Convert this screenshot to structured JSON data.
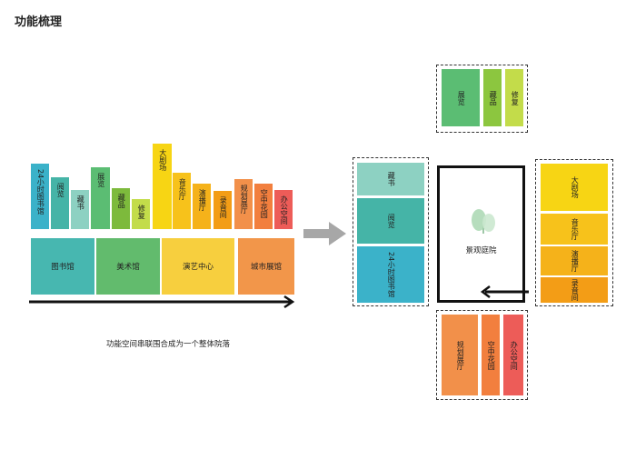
{
  "title": "功能梳理",
  "caption": "功能空间串联围合成为一个整体院落",
  "bars": [
    {
      "label": "24小时图书馆",
      "color": "#3bb2c9"
    },
    {
      "label": "阅览",
      "color": "#45b4a7"
    },
    {
      "label": "藏书",
      "color": "#8dd1c2"
    },
    {
      "label": "展览",
      "color": "#5bbd73"
    },
    {
      "label": "藏品",
      "color": "#7dba3c"
    },
    {
      "label": "修复",
      "color": "#c3dc4a"
    },
    {
      "label": "大剧场",
      "color": "#f7d514"
    },
    {
      "label": "音乐厅",
      "color": "#f7c21b"
    },
    {
      "label": "演播厅",
      "color": "#f5b21a"
    },
    {
      "label": "录音间",
      "color": "#f39d16"
    },
    {
      "label": "规划展厅",
      "color": "#f2904a"
    },
    {
      "label": "空中花园",
      "color": "#f27f3e"
    },
    {
      "label": "办公空间",
      "color": "#ed5c58"
    }
  ],
  "halls": [
    {
      "label": "图书馆",
      "color": "#47b7b0"
    },
    {
      "label": "美术馆",
      "color": "#62bb6d"
    },
    {
      "label": "演艺中心",
      "color": "#f7cf3e"
    },
    {
      "label": "城市展馆",
      "color": "#f2964a"
    }
  ],
  "top_group": [
    {
      "label": "展览",
      "color": "#5bbd73"
    },
    {
      "label": "藏品",
      "color": "#8cc63f"
    },
    {
      "label": "修复",
      "color": "#c3dc4a"
    }
  ],
  "left_group": [
    {
      "label": "藏书",
      "color": "#8dd1c2"
    },
    {
      "label": "阅览",
      "color": "#45b4a7"
    },
    {
      "label": "24小时图书馆",
      "color": "#3bb2c9"
    }
  ],
  "right_group": [
    {
      "label": "大剧场",
      "color": "#f7d514"
    },
    {
      "label": "音乐厅",
      "color": "#f7c21b"
    },
    {
      "label": "演播厅",
      "color": "#f5b21a"
    },
    {
      "label": "录音间",
      "color": "#f39d16"
    }
  ],
  "bottom_group": [
    {
      "label": "规划展厅",
      "color": "#f2904a"
    },
    {
      "label": "空中花园",
      "color": "#f27f3e"
    },
    {
      "label": "办公空间",
      "color": "#ed5c58"
    }
  ],
  "courtyard": {
    "label": "景观庭院"
  }
}
